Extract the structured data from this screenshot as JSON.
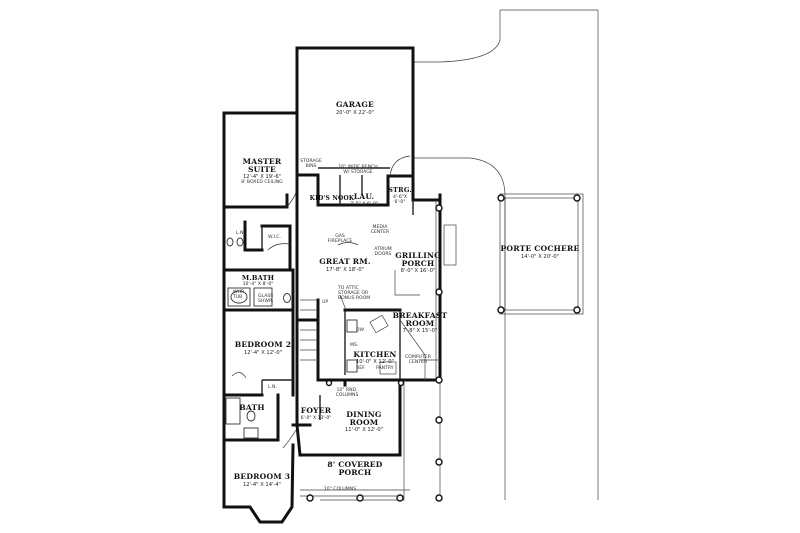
{
  "rooms": {
    "garage": {
      "name": "GARAGE",
      "dim": "20'-0\" X 22'-0\""
    },
    "master_suite": {
      "name1": "MASTER",
      "name2": "SUITE",
      "dim": "12'-4\" X 19'-6\"",
      "note": "8' BOXED CEILING"
    },
    "kids_nook": {
      "name": "KID'S NOOK"
    },
    "lau": {
      "name": "LAU.",
      "dim": "7'-5\" X 6'-0\""
    },
    "strg": {
      "name": "STRG.",
      "dim1": "4'-6\"X",
      "dim2": "6'-0\""
    },
    "great_rm": {
      "name": "GREAT RM.",
      "dim": "17'-8\" X 18'-0\""
    },
    "grilling_porch": {
      "name1": "GRILLING",
      "name2": "PORCH",
      "dim": "8'-0\" X 16'-0\""
    },
    "porte_cochere": {
      "name": "PORTE COCHERE",
      "dim": "14'-0\" X 20'-0\""
    },
    "m_bath": {
      "name": "M.BATH",
      "dim": "10'-4\" X 8'-0\""
    },
    "breakfast_room": {
      "name1": "BREAKFAST",
      "name2": "ROOM",
      "dim": "7'-8\" X 15'-0\""
    },
    "bedroom2": {
      "name": "BEDROOM 2",
      "dim": "12'-4\" X 12'-0\""
    },
    "kitchen": {
      "name": "KITCHEN",
      "dim": "10'-0\" X 12'-0\""
    },
    "bath": {
      "name": "BATH"
    },
    "foyer": {
      "name": "FOYER",
      "dim": "6'-0\" X 13'-0\""
    },
    "dining_room": {
      "name1": "DINING",
      "name2": "ROOM",
      "dim": "11'-0\" X 12'-0\""
    },
    "covered_porch": {
      "name1": "8' COVERED",
      "name2": "PORCH"
    },
    "bedroom3": {
      "name": "BEDROOM 3",
      "dim": "12'-4\" X 14'-4\""
    }
  },
  "notes": {
    "storage_bins": [
      "STORAGE",
      "BINS"
    ],
    "bench": [
      "16\" WIDE BENCH",
      "W/ STORAGE"
    ],
    "media_center": [
      "MEDIA",
      "CENTER"
    ],
    "gas_fireplace": [
      "GAS",
      "FIREPLACE"
    ],
    "atrium_doors": [
      "ATRIUM",
      "DOORS"
    ],
    "attic": [
      "TO ATTIC",
      "STORAGE OR",
      "BONUS ROOM"
    ],
    "up": "UP",
    "dw": "DW",
    "ref": "REF.",
    "pantry": "PANTRY",
    "computer_center": [
      "COMPUTER",
      "CENTER"
    ],
    "columns_interior": [
      "10\" RND.",
      "COLUMNS"
    ],
    "columns_porch": "10\" COLUMNS",
    "wi_tub": [
      "WHP.",
      "TUB"
    ],
    "glass_shwr": [
      "GLASS",
      "SHWR."
    ],
    "linen": "L.N.",
    "wic": "W.I.C.",
    "ms": "MS."
  }
}
